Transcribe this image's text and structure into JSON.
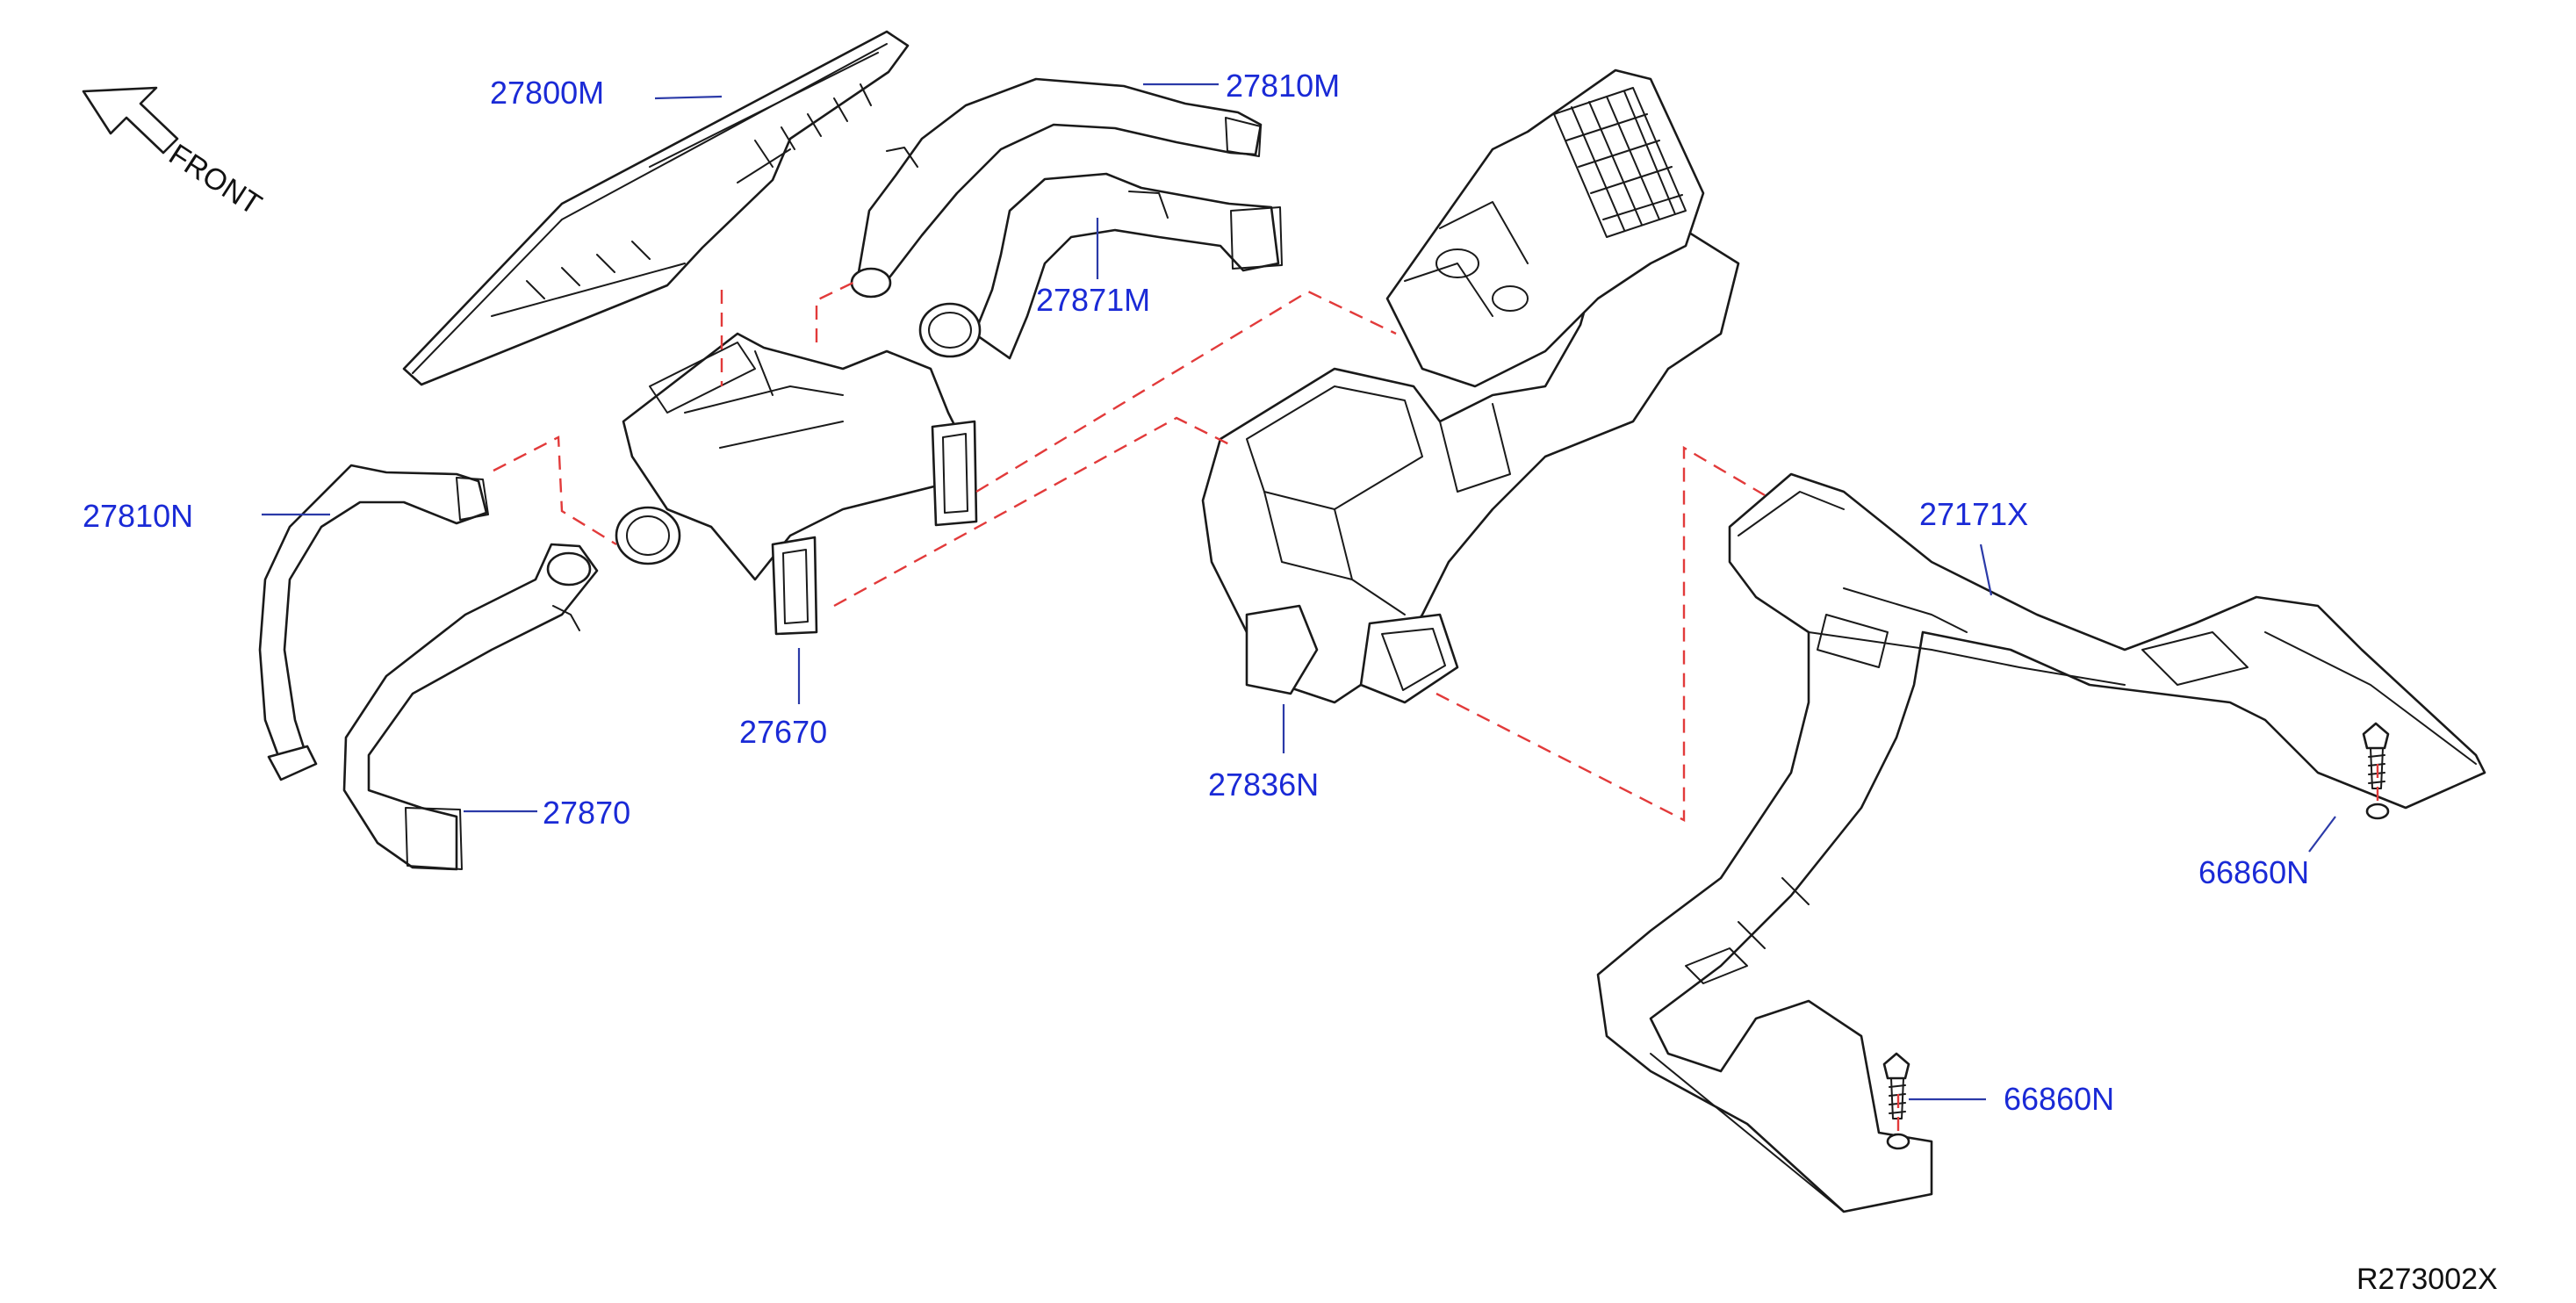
{
  "orientation": {
    "label": "FRONT"
  },
  "parts": [
    {
      "id": "27800M",
      "label": "27800M"
    },
    {
      "id": "27810M",
      "label": "27810M"
    },
    {
      "id": "27871M",
      "label": "27871M"
    },
    {
      "id": "27810N",
      "label": "27810N"
    },
    {
      "id": "27670",
      "label": "27670"
    },
    {
      "id": "27870",
      "label": "27870"
    },
    {
      "id": "27836N",
      "label": "27836N"
    },
    {
      "id": "27171X",
      "label": "27171X"
    },
    {
      "id": "66860N_upper",
      "label": "66860N"
    },
    {
      "id": "66860N_lower",
      "label": "66860N"
    }
  ],
  "diagram_code": "R273002X",
  "colors": {
    "callout": "#1a2ad6",
    "guide_line": "#e23a3a",
    "outline": "#1a1a1a"
  }
}
